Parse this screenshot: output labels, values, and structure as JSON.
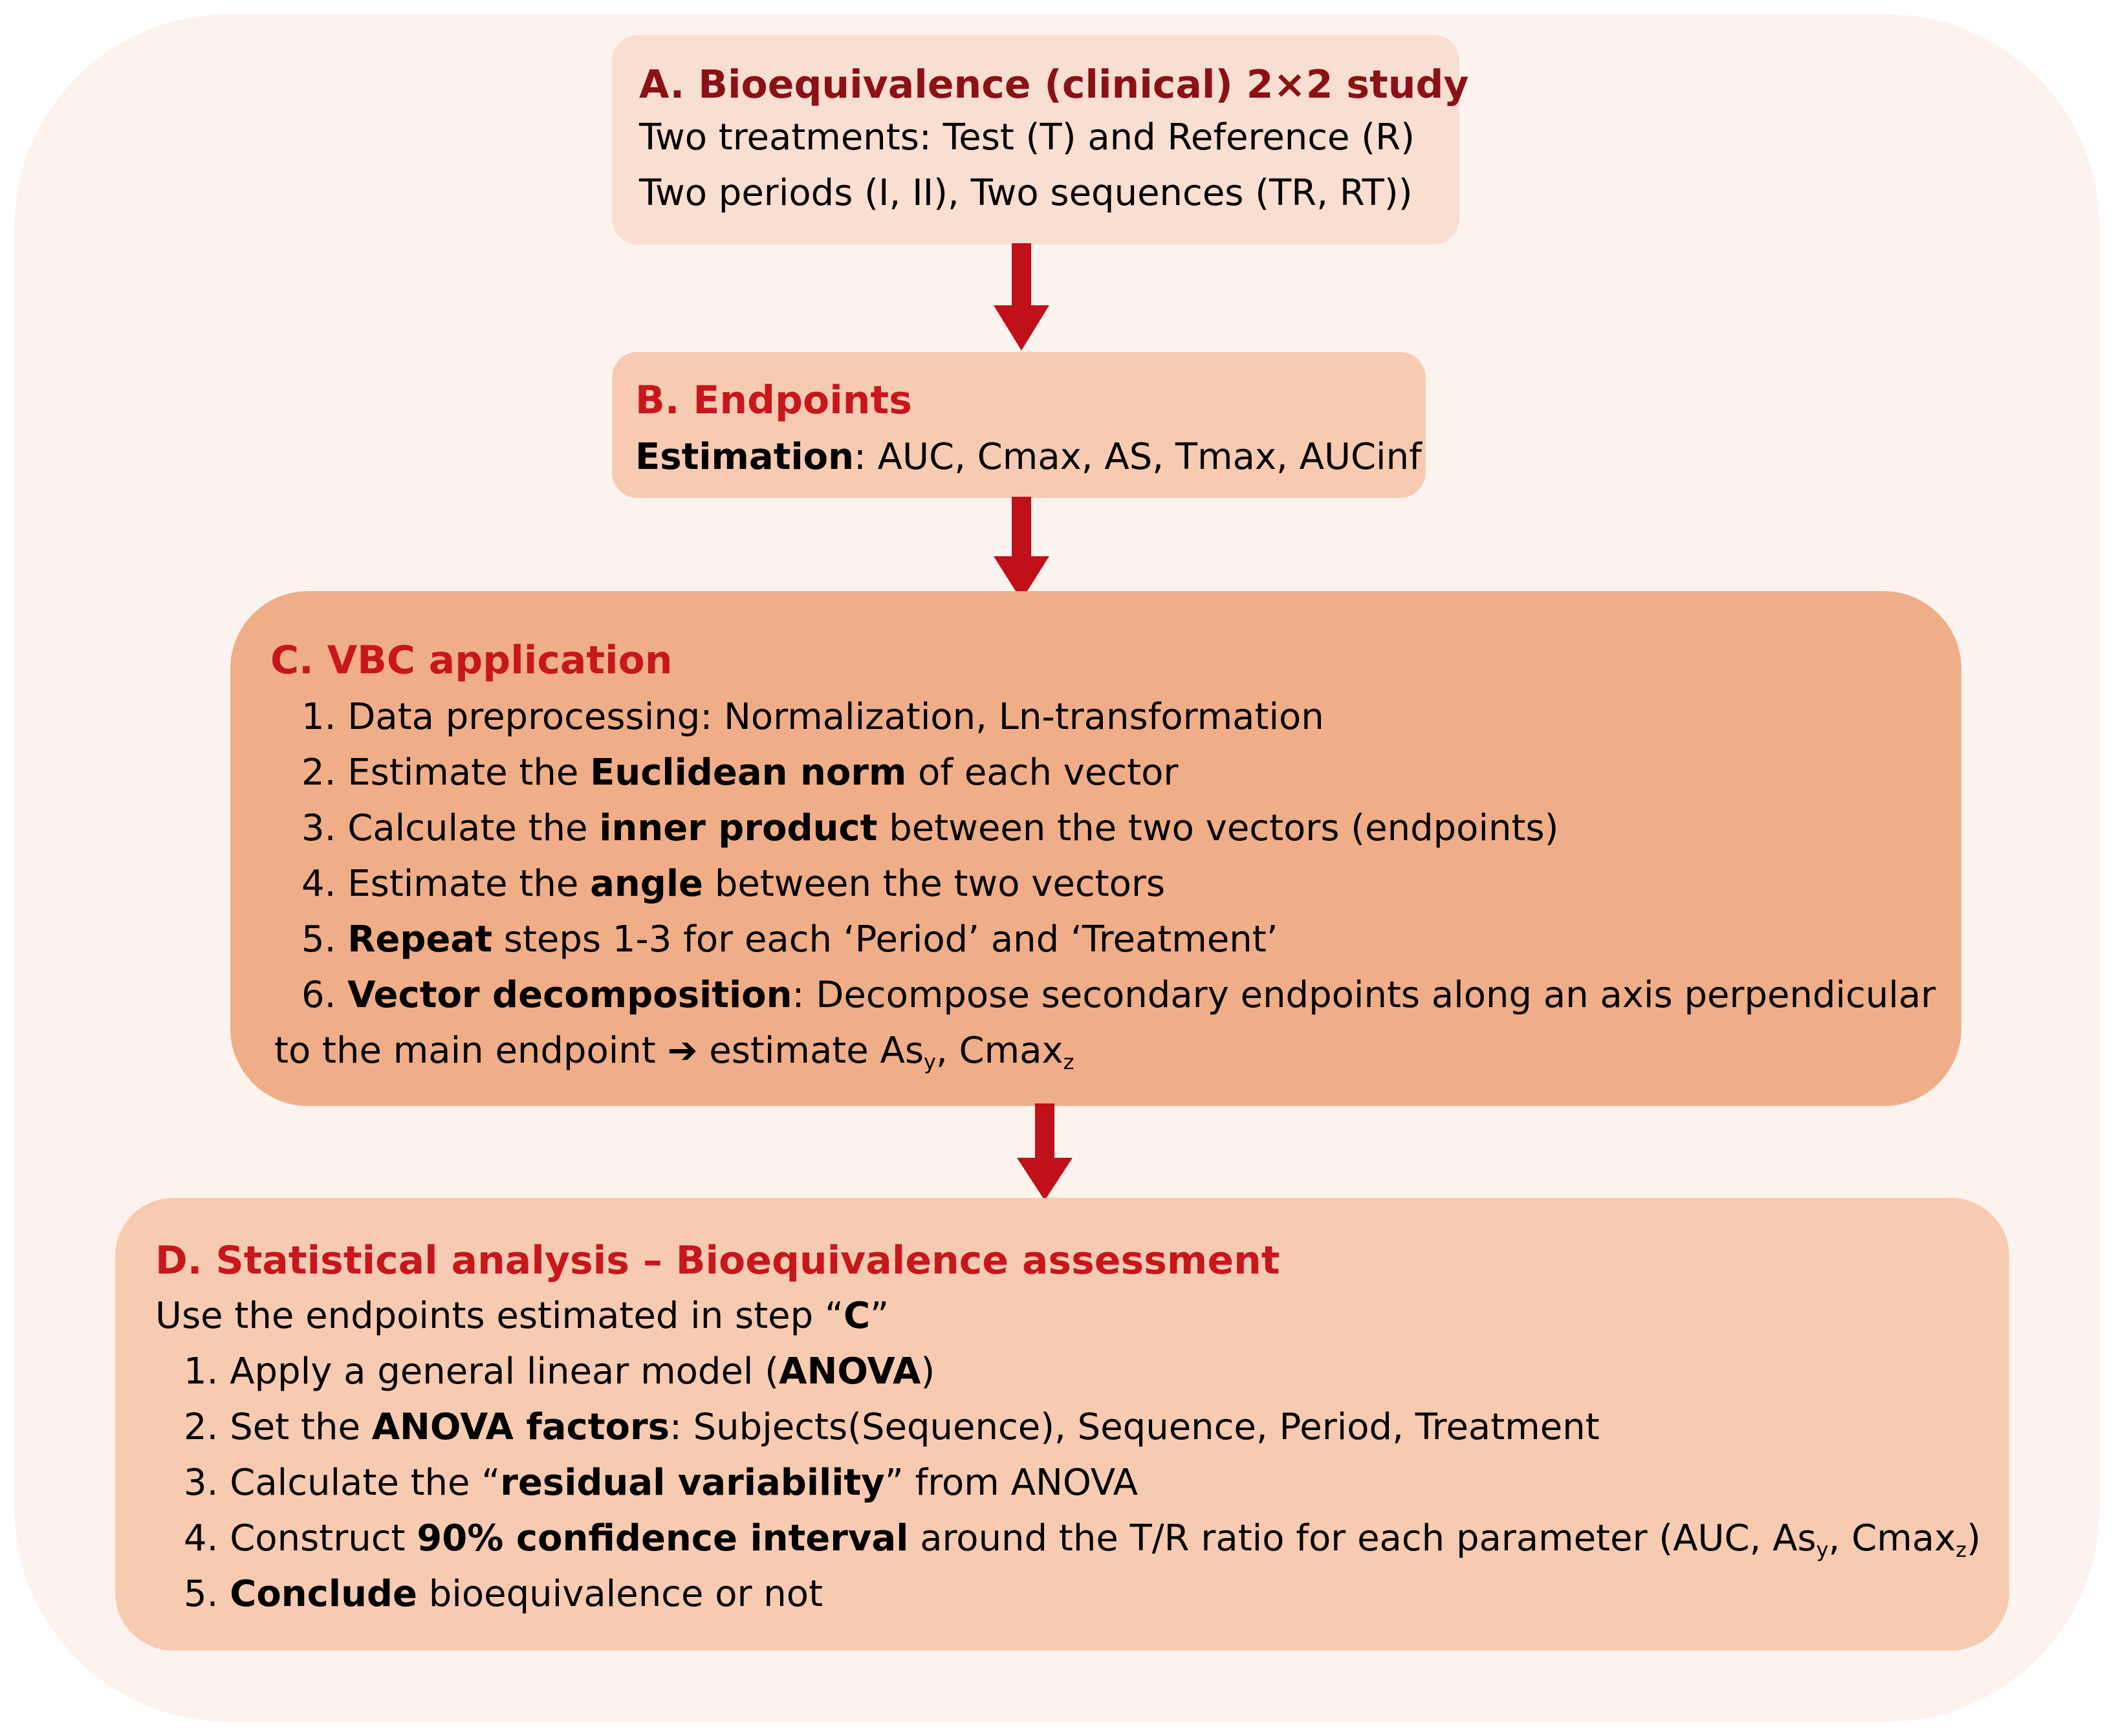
{
  "colors": {
    "background": "#fdf3ee",
    "box_a": "#f9ded2",
    "box_b": "#f7cbb2",
    "box_c": "#efae88",
    "box_d": "#f7cbb2",
    "title_dark_red": "#8b1116",
    "title_red": "#c8161d",
    "arrow": "#c0101a"
  },
  "box_a": {
    "title": "A. Bioequivalence (clinical) 2×2 study",
    "line1": "Two treatments: Test (T) and Reference (R)",
    "line2": "Two periods (I, II), Two sequences (TR, RT))"
  },
  "box_b": {
    "title": "B. Endpoints",
    "est_label": "Estimation",
    "est_rest": ": AUC, Cmax, AS, Tmax, AUCinf"
  },
  "box_c": {
    "title": "C. VBC application",
    "s1": "1. Data preprocessing: Normalization, Ln-transformation",
    "s2_pre": "2. Estimate the ",
    "s2_bold": "Euclidean norm",
    "s2_post": " of each vector",
    "s3_pre": "3. Calculate the ",
    "s3_bold": "inner product",
    "s3_post": " between the two vectors (endpoints)",
    "s4_pre": "4. Estimate the ",
    "s4_bold": "angle",
    "s4_post": " between the two vectors",
    "s5_pre": "5. ",
    "s5_bold": "Repeat",
    "s5_post": " steps 1-3 for each ‘Period’ and ‘Treatment’",
    "s6_pre": "6. ",
    "s6_bold": "Vector decomposition",
    "s6_post": ": Decompose secondary endpoints along an axis perpendicular",
    "s6b_pre": "to the main endpoint ",
    "s6b_arrow": "➔",
    "s6b_mid": " estimate As",
    "s6b_sub1": "y",
    "s6b_mid2": ", Cmax",
    "s6b_sub2": "z"
  },
  "box_d": {
    "title": "D. Statistical analysis – Bioequivalence assessment",
    "intro_pre": "Use the endpoints estimated in step “",
    "intro_bold": "C",
    "intro_post": "”",
    "s1_pre": "1. Apply a general linear model (",
    "s1_bold": "ANOVA",
    "s1_post": ")",
    "s2_pre": "2. Set the ",
    "s2_bold": "ANOVA factors",
    "s2_post": ": Subjects(Sequence), Sequence, Period, Treatment",
    "s3_pre": "3. Calculate the “",
    "s3_bold": "residual variability",
    "s3_post": "” from ANOVA",
    "s4_pre": "4. Construct ",
    "s4_bold": "90% confidence interval",
    "s4_post": " around the T/R ratio for each parameter (AUC, As",
    "s4_sub1": "y",
    "s4_mid": ", Cmax",
    "s4_sub2": "z",
    "s4_end": ")",
    "s5_pre": "5. ",
    "s5_bold": "Conclude",
    "s5_post": " bioequivalence or not"
  }
}
